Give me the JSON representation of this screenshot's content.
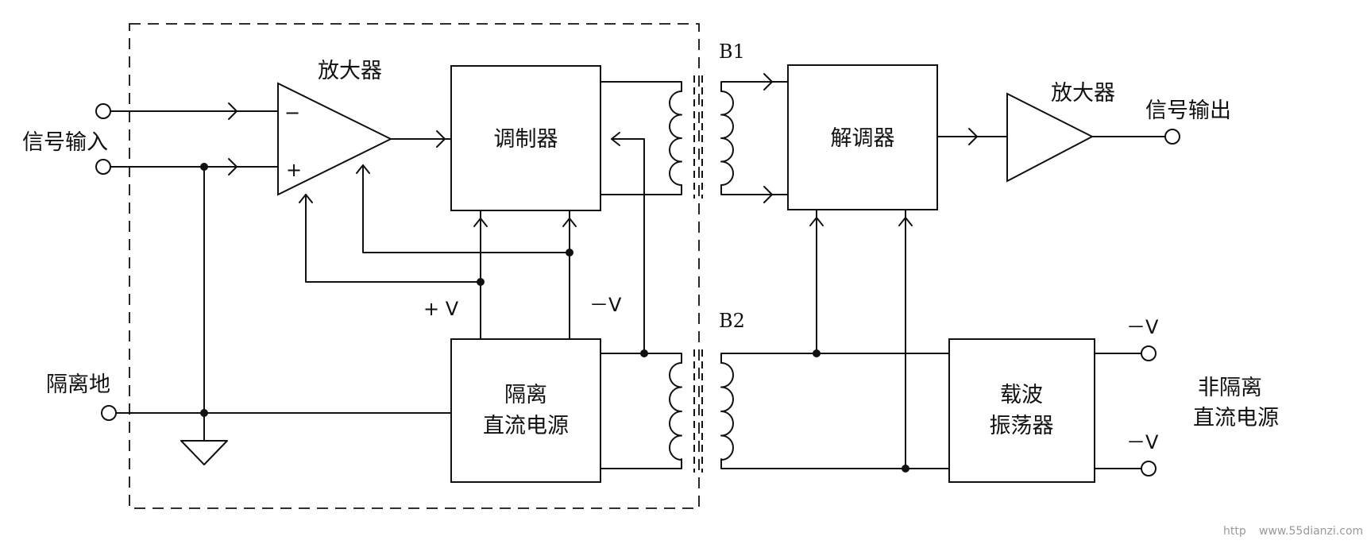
{
  "labels": {
    "amp_in": "放大器",
    "amp_out": "放大器",
    "modulator": "调制器",
    "demodulator": "解调器",
    "iso_psu_line1": "隔离",
    "iso_psu_line2": "直流电源",
    "carrier_line1": "载波",
    "carrier_line2": "振荡器",
    "signal_in": "信号输入",
    "signal_out": "信号输出",
    "iso_ground": "隔离地",
    "non_iso_line1": "非隔离",
    "non_iso_line2": "直流电源",
    "transformer_b1": "B1",
    "transformer_b2": "B2",
    "plus_v": "+ V",
    "minus_v": "－V",
    "minus_v_r1": "－V",
    "minus_v_r2": "－V",
    "op_minus": "−",
    "op_plus": "+",
    "watermark_prefix": "http",
    "watermark": "www.55dianzi.com"
  }
}
